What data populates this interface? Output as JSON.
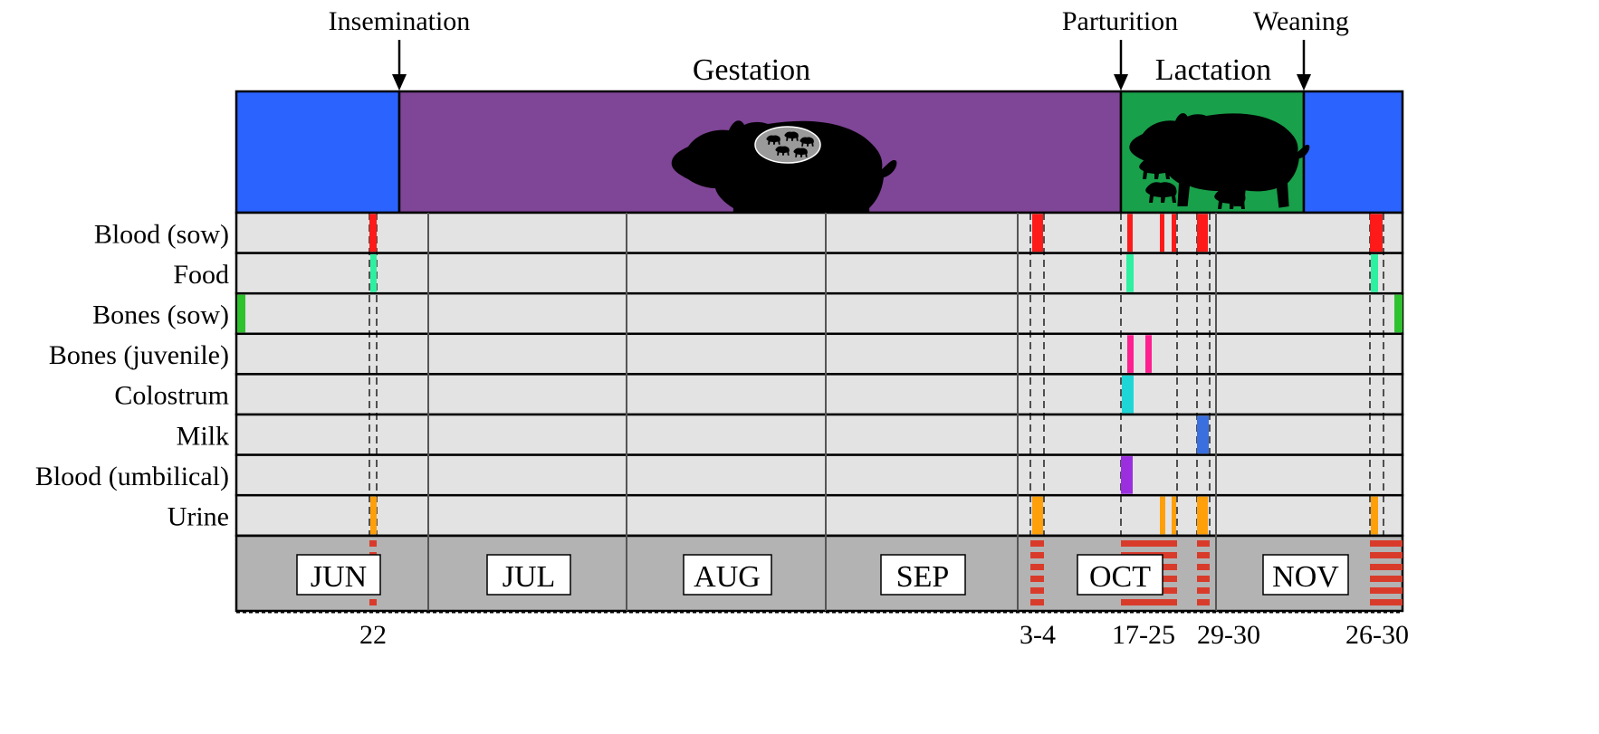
{
  "events": [
    {
      "label": "Insemination"
    },
    {
      "label": "Parturition"
    },
    {
      "label": "Weaning"
    }
  ],
  "phases": [
    {
      "label": "Gestation",
      "color": "#7f4597"
    },
    {
      "label": "Lactation",
      "color": "#18a04a"
    }
  ],
  "background_color": "#2b63ff",
  "row_bg_color": "#e3e3e3",
  "month_bg_color": "#b3b3b3",
  "rows": [
    {
      "label": "Blood (sow)",
      "color": "#ff1a1a"
    },
    {
      "label": "Food",
      "color": "#2df0a0"
    },
    {
      "label": "Bones (sow)",
      "color": "#2ec22e"
    },
    {
      "label": "Bones (juvenile)",
      "color": "#ff1f8f"
    },
    {
      "label": "Colostrum",
      "color": "#1fd6d6"
    },
    {
      "label": "Milk",
      "color": "#3a6fe0"
    },
    {
      "label": "Blood (umbilical)",
      "color": "#9b2fe0"
    },
    {
      "label": "Urine",
      "color": "#ff9f0a"
    }
  ],
  "months": [
    "JUN",
    "JUL",
    "AUG",
    "SEP",
    "OCT",
    "NOV"
  ],
  "sampling_dates": [
    "22",
    "3-4",
    "17-25",
    "29-30",
    "26-30"
  ],
  "sampling_stripe_color": "#d93b2b",
  "icons": [
    "pregnant-sow-icon",
    "lactating-sow-with-piglets-icon"
  ]
}
